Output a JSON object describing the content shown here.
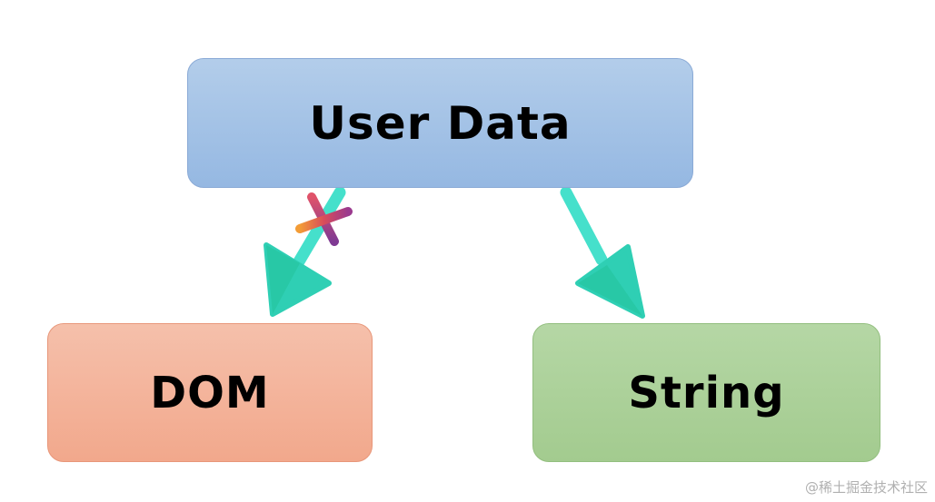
{
  "nodes": {
    "user_data": "User Data",
    "dom": "DOM",
    "string": "String"
  },
  "edges": [
    {
      "from": "User Data",
      "to": "DOM",
      "blocked": true
    },
    {
      "from": "User Data",
      "to": "String",
      "blocked": false
    }
  ],
  "colors": {
    "user_data_fill": "#a3c2e6",
    "dom_fill": "#f4b59c",
    "string_fill": "#aed29c",
    "arrow": "#2fd3bd",
    "cross_orange": "#f08a3a",
    "cross_purple": "#8e3d8f"
  },
  "watermark": "@稀土掘金技术社区"
}
